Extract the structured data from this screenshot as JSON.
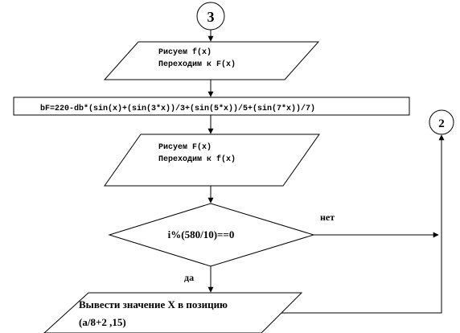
{
  "connectors": {
    "top_label": "3",
    "right_label": "2"
  },
  "block1": {
    "line1": "Рисуем f(x)",
    "line2": "Переходим к F(x)"
  },
  "process": {
    "formula": "bF=220-db*(sin(x)+(sin(3*x))/3+(sin(5*x))/5+(sin(7*x))/7)"
  },
  "block2": {
    "line1": "Рисуем F(x)",
    "line2": "Переходим к f(x)"
  },
  "decision": {
    "condition": "i%(580/10)==0",
    "no_label": "нет",
    "yes_label": "да"
  },
  "output": {
    "line1": "Вывести значение X в позицию",
    "line2": "(a/8+2 ,15)"
  }
}
